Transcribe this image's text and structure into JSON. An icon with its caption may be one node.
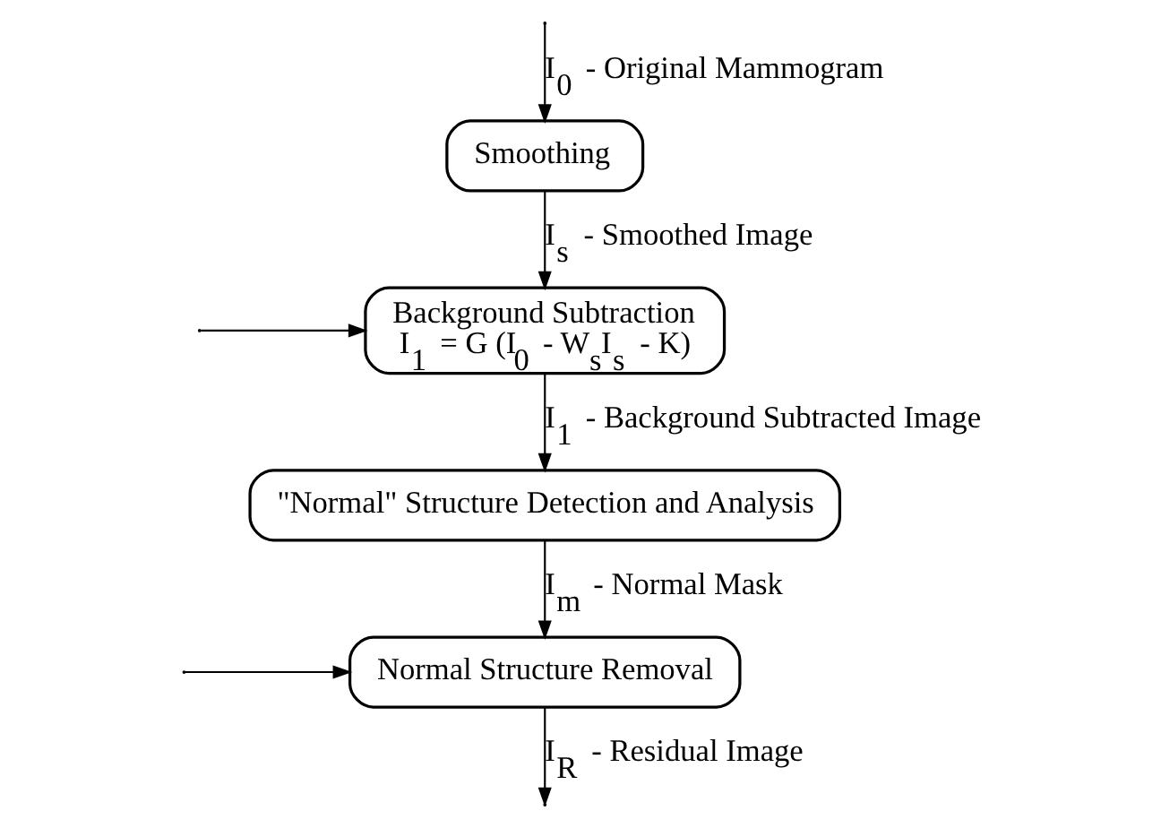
{
  "diagram": {
    "nodes": [
      {
        "text": [
          "Smoothing"
        ]
      },
      {
        "text": [
          "Background Subtraction",
          "I$_{1}$ = G (I$_{0}$ - W$_{s}$I$_{s}$ - K)"
        ]
      },
      {
        "text": [
          "\"Normal\" Structure Detection and Analysis"
        ]
      },
      {
        "text": [
          "Normal Structure Removal"
        ]
      }
    ],
    "edges": [
      {
        "from": null,
        "to": 0,
        "arrow": "to",
        "label": "I$_{0}$ - Original Mammogram"
      },
      {
        "from": 0,
        "to": 1,
        "arrow": "to",
        "label": "I$_{s}$ - Smoothed Image"
      },
      {
        "from": null,
        "to": 1,
        "arrow": "to"
      },
      {
        "from": 1,
        "to": 2,
        "arrow": "to",
        "label": "I$_{1}$ - Background Subtracted Image"
      },
      {
        "from": 2,
        "to": 3,
        "arrow": "to",
        "label": "I$_{m}$ - Normal Mask"
      },
      {
        "from": null,
        "to": 3,
        "arrow": "to"
      },
      {
        "from": 3,
        "to": null,
        "arrow": "to",
        "label": "I$_{R}$ - Residual Image"
      }
    ]
  }
}
